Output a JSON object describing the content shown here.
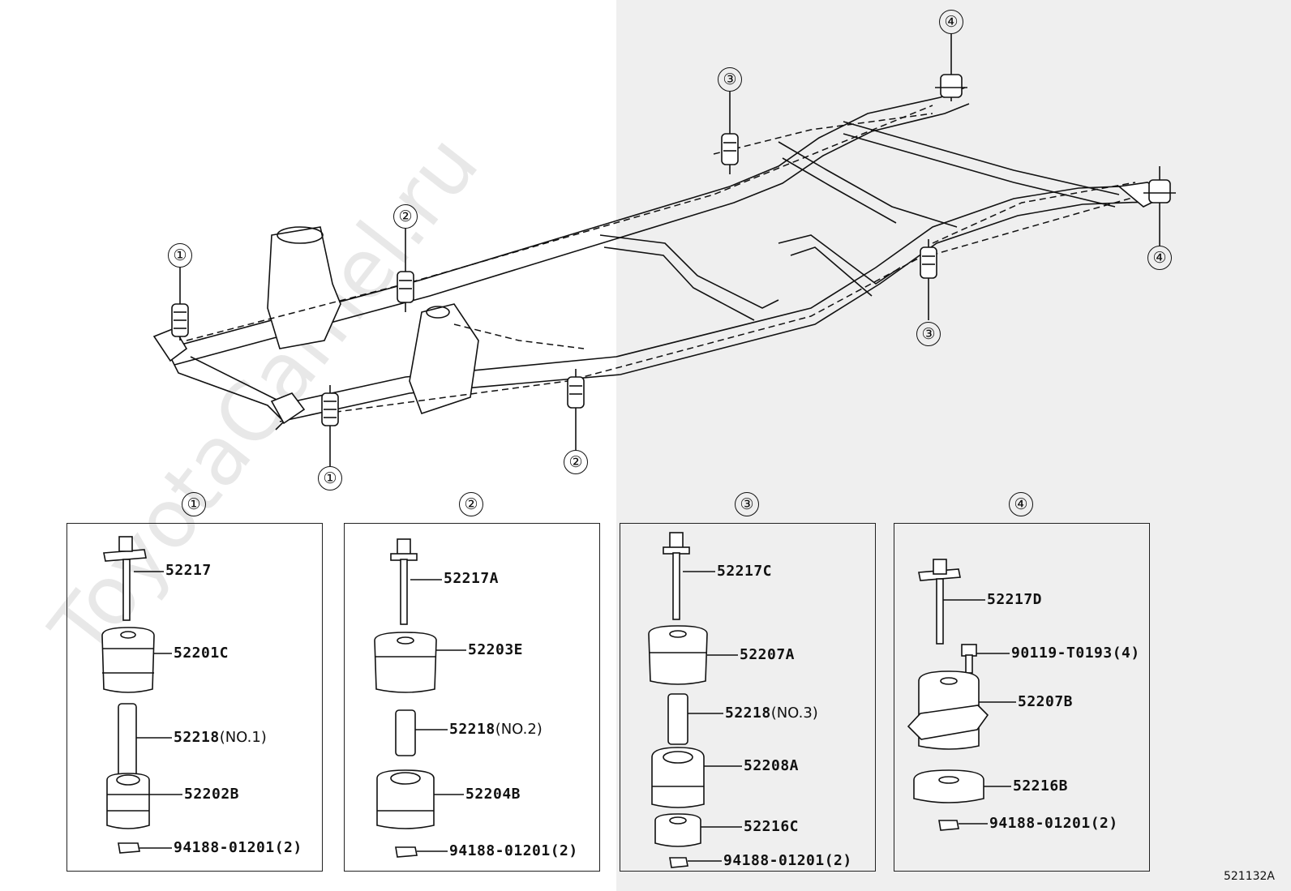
{
  "watermark": "ToyotaCamel.ru",
  "diagram_code": "521132A",
  "callouts": [
    "①",
    "②",
    "③",
    "④"
  ],
  "groups": [
    {
      "number": "①",
      "parts": [
        {
          "code": "52217",
          "suffix": ""
        },
        {
          "code": "52201C",
          "suffix": ""
        },
        {
          "code": "52218",
          "suffix": "(NO.1)"
        },
        {
          "code": "52202B",
          "suffix": ""
        },
        {
          "code": "94188-01201(2)",
          "suffix": ""
        }
      ]
    },
    {
      "number": "②",
      "parts": [
        {
          "code": "52217A",
          "suffix": ""
        },
        {
          "code": "52203E",
          "suffix": ""
        },
        {
          "code": "52218",
          "suffix": "(NO.2)"
        },
        {
          "code": "52204B",
          "suffix": ""
        },
        {
          "code": "94188-01201(2)",
          "suffix": ""
        }
      ]
    },
    {
      "number": "③",
      "parts": [
        {
          "code": "52217C",
          "suffix": ""
        },
        {
          "code": "52207A",
          "suffix": ""
        },
        {
          "code": "52218",
          "suffix": "(NO.3)"
        },
        {
          "code": "52208A",
          "suffix": ""
        },
        {
          "code": "52216C",
          "suffix": ""
        },
        {
          "code": "94188-01201(2)",
          "suffix": ""
        }
      ]
    },
    {
      "number": "④",
      "parts": [
        {
          "code": "52217D",
          "suffix": ""
        },
        {
          "code": "90119-T0193(4)",
          "suffix": ""
        },
        {
          "code": "52207B",
          "suffix": ""
        },
        {
          "code": "52216B",
          "suffix": ""
        },
        {
          "code": "94188-01201(2)",
          "suffix": ""
        }
      ]
    }
  ]
}
